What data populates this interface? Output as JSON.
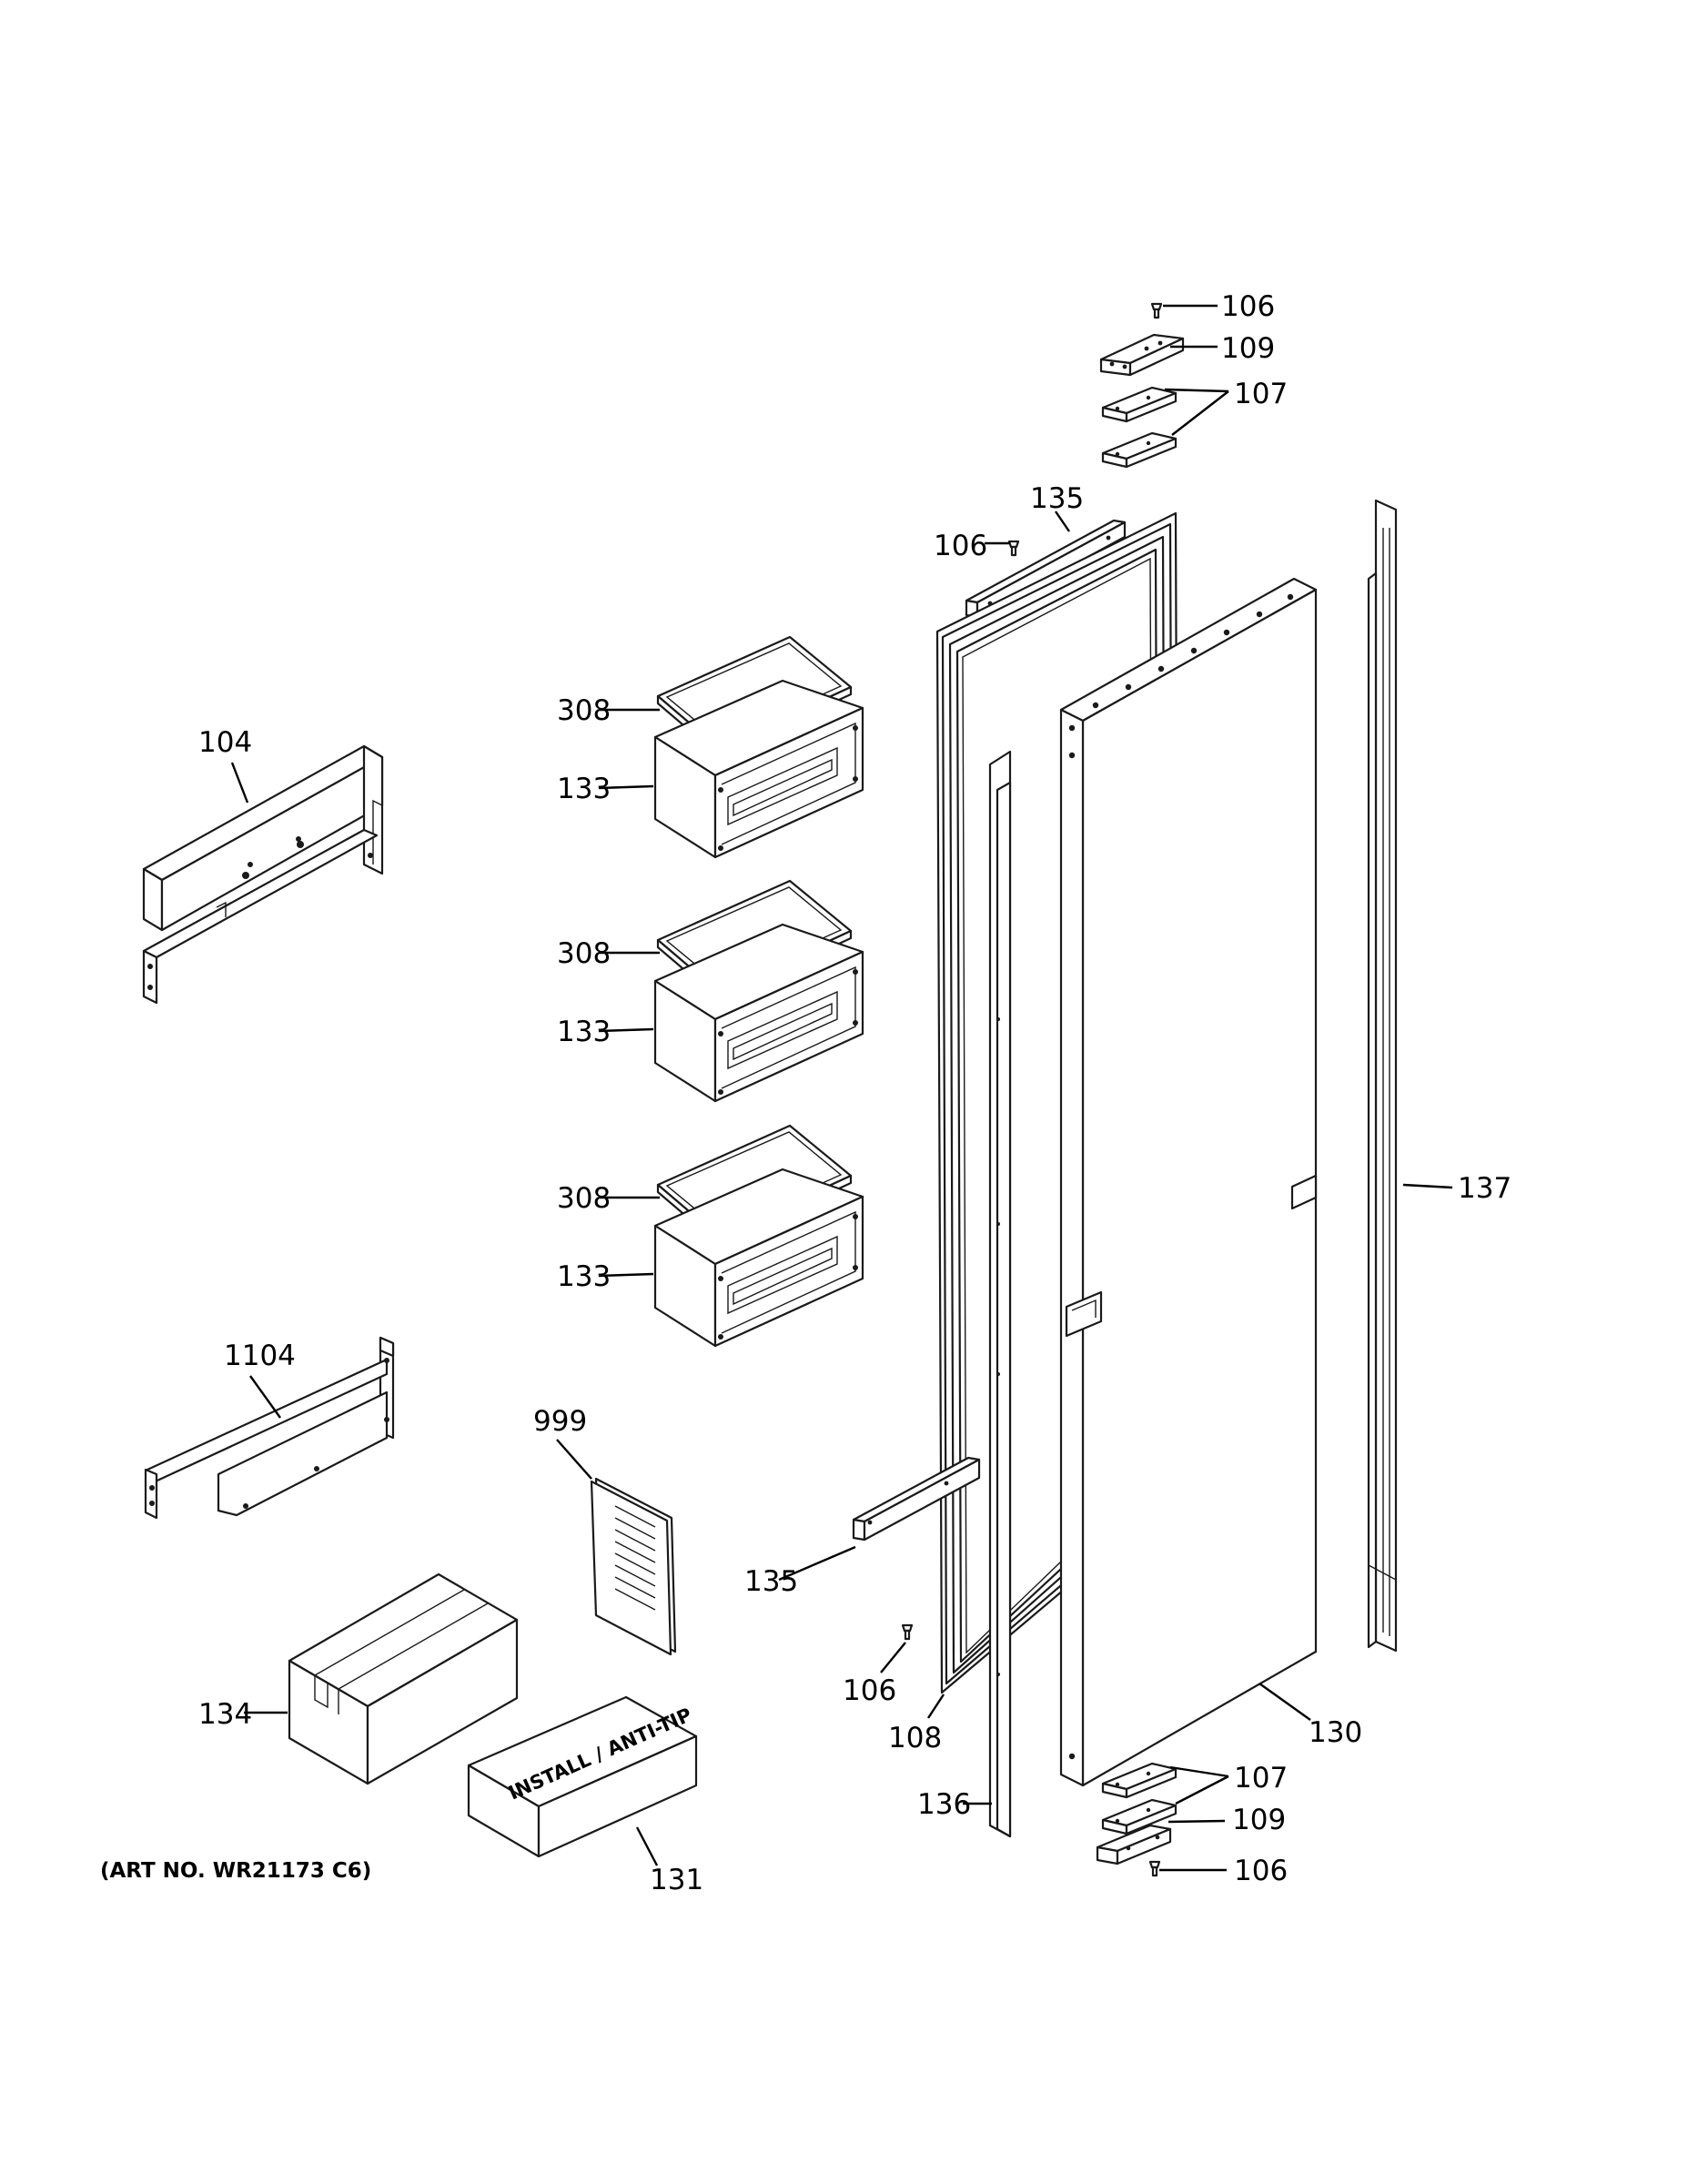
{
  "diagram": {
    "art_number": "(ART NO. WR21173 C6)",
    "box_label": "INSTALL / ANTI-TIP",
    "callouts": {
      "c106_top": "106",
      "c109_top": "109",
      "c107_top": "107",
      "c135_top": "135",
      "c106_mid": "106",
      "c308_a": "308",
      "c133_a": "133",
      "c308_b": "308",
      "c133_b": "133",
      "c308_c": "308",
      "c133_c": "133",
      "c104": "104",
      "c137": "137",
      "c1104": "1104",
      "c999": "999",
      "c135_bottom": "135",
      "c106_low": "106",
      "c134": "134",
      "c108": "108",
      "c130": "130",
      "c107_bottom": "107",
      "c109_bottom": "109",
      "c136": "136",
      "c106_bottom": "106",
      "c131": "131"
    }
  }
}
